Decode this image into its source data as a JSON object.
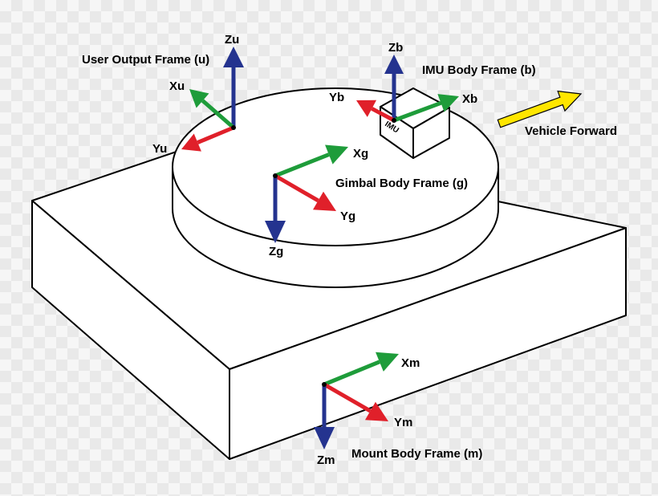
{
  "frames": {
    "user": {
      "label": "User Output Frame (u)",
      "x_label": "Xu",
      "y_label": "Yu",
      "z_label": "Zu"
    },
    "imu": {
      "label": "IMU Body Frame (b)",
      "x_label": "Xb",
      "y_label": "Yb",
      "z_label": "Zb",
      "box_text": "IMU"
    },
    "gimbal": {
      "label": "Gimbal Body Frame (g)",
      "x_label": "Xg",
      "y_label": "Yg",
      "z_label": "Zg"
    },
    "mount": {
      "label": "Mount Body Frame (m)",
      "x_label": "Xm",
      "y_label": "Ym",
      "z_label": "Zm"
    }
  },
  "vehicle_forward": {
    "label": "Vehicle Forward"
  },
  "colors": {
    "x_axis": "#1e9c3a",
    "y_axis": "#e0202a",
    "z_axis": "#24338f",
    "forward_arrow": "#ffe600"
  }
}
